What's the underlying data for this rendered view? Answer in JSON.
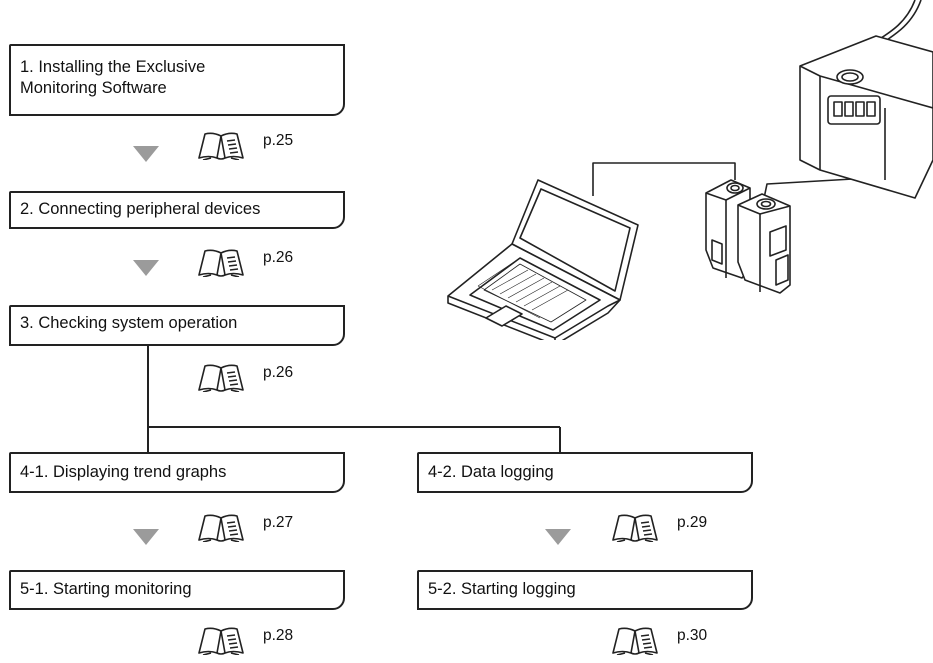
{
  "steps": {
    "s1": "1. Installing the Exclusive\nMonitoring Software",
    "s2": "2. Connecting peripheral devices",
    "s3": "3. Checking system operation",
    "s41": "4-1. Displaying trend graphs",
    "s42": "4-2. Data logging",
    "s51": "5-1. Starting monitoring",
    "s52": "5-2. Starting logging"
  },
  "refs": {
    "r1": "p.25",
    "r2": "p.26",
    "r3": "p.26",
    "r41": "p.27",
    "r42": "p.29",
    "r51": "p.28",
    "r52": "p.30"
  },
  "icons": {
    "manual": "open-book-icon",
    "flow_arrow": "down-triangle-icon"
  },
  "colors": {
    "border": "#222222",
    "arrow": "#9b9b9b"
  }
}
